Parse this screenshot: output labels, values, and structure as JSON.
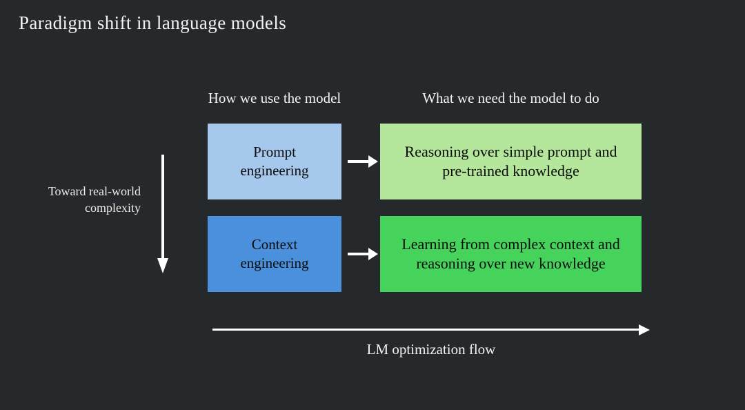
{
  "slide": {
    "background_color": "#26292b",
    "title": "Paradigm shift in language models"
  },
  "columns": {
    "left_header": "How we use the model",
    "right_header": "What we need the model to do"
  },
  "axis": {
    "label_line1": "Toward real-world",
    "label_line2": "complexity",
    "direction": "down",
    "arrow_icon": "arrow-down-icon"
  },
  "rows": [
    {
      "approach": "Prompt\nengineering",
      "approach_line1": "Prompt",
      "approach_line2": "engineering",
      "approach_color": "#a6c8ec",
      "requirement_line1": "Reasoning over simple prompt and",
      "requirement_line2": "pre-trained knowledge",
      "requirement_color": "#b4e79b",
      "connector_icon": "arrow-right-icon"
    },
    {
      "approach": "Context\nengineering",
      "approach_line1": "Context",
      "approach_line2": "engineering",
      "approach_color": "#4a90dc",
      "requirement_line1": "Learning from complex context and",
      "requirement_line2": "reasoning over new knowledge",
      "requirement_color": "#45d35c",
      "connector_icon": "arrow-right-icon"
    }
  ],
  "flow": {
    "caption": "LM optimization flow",
    "arrow_icon": "arrow-right-icon",
    "direction": "right"
  }
}
